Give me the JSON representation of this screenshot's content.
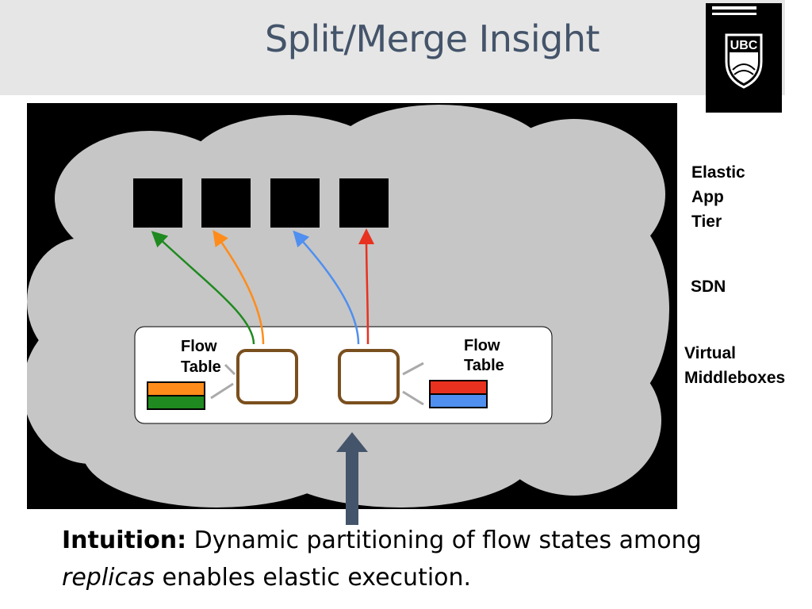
{
  "slide": {
    "title": "Split/Merge Insight"
  },
  "logo": {
    "text": "UBC",
    "icon": "ubc-crest-logo"
  },
  "side_labels": {
    "app_tier": "Elastic\nApp\nTier",
    "sdn": "SDN",
    "middleboxes": "Virtual\nMiddleboxes"
  },
  "diagram": {
    "flow_table_left": [
      "Flow",
      "Table"
    ],
    "flow_table_right": [
      "Flow",
      "Table"
    ],
    "colors": {
      "cloud": "#c6c6c6",
      "green": "#1f8a1f",
      "orange": "#ff8c1a",
      "blue": "#4f8fef",
      "red": "#e8311f",
      "arrow": "#44546a"
    }
  },
  "caption": {
    "bold_lead": "Intuition:",
    "part1": " Dynamic partitioning of flow states among",
    "italic_word": "replicas",
    "part2": " enables elastic execution."
  }
}
